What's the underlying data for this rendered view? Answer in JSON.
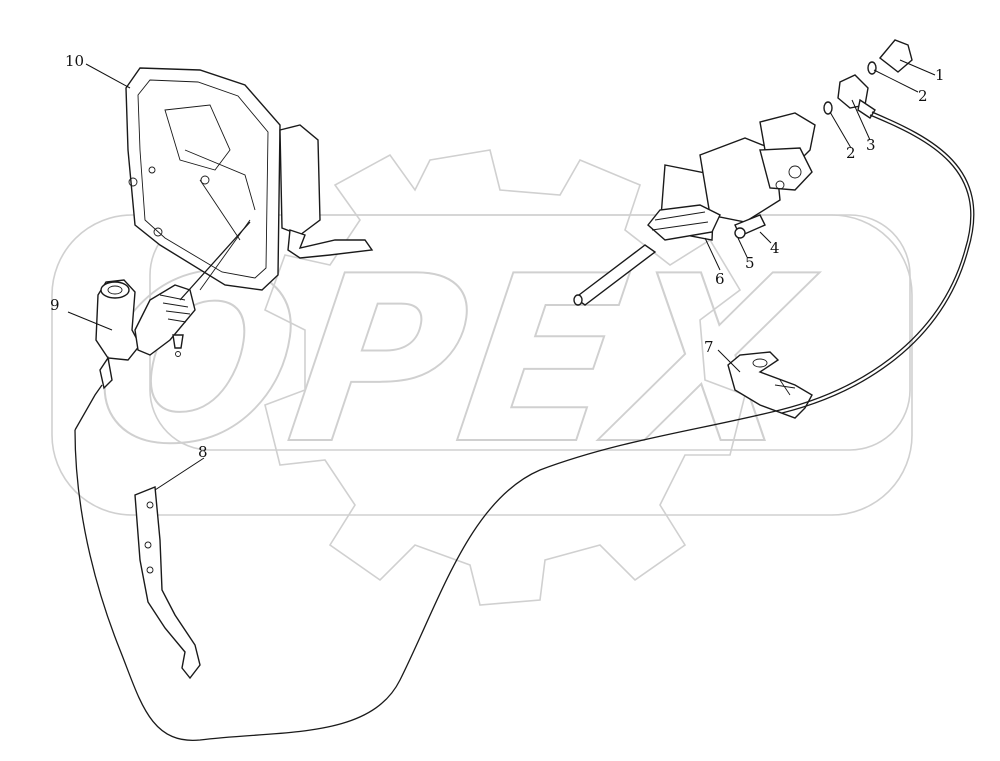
{
  "watermark": {
    "text": "OPEX"
  },
  "callouts": [
    {
      "id": "1",
      "text": "1"
    },
    {
      "id": "2a",
      "text": "2"
    },
    {
      "id": "2b",
      "text": "2"
    },
    {
      "id": "3",
      "text": "3"
    },
    {
      "id": "4",
      "text": "4"
    },
    {
      "id": "5",
      "text": "5"
    },
    {
      "id": "6",
      "text": "6"
    },
    {
      "id": "7",
      "text": "7"
    },
    {
      "id": "8",
      "text": "8"
    },
    {
      "id": "9",
      "text": "9"
    },
    {
      "id": "10",
      "text": "10"
    }
  ]
}
